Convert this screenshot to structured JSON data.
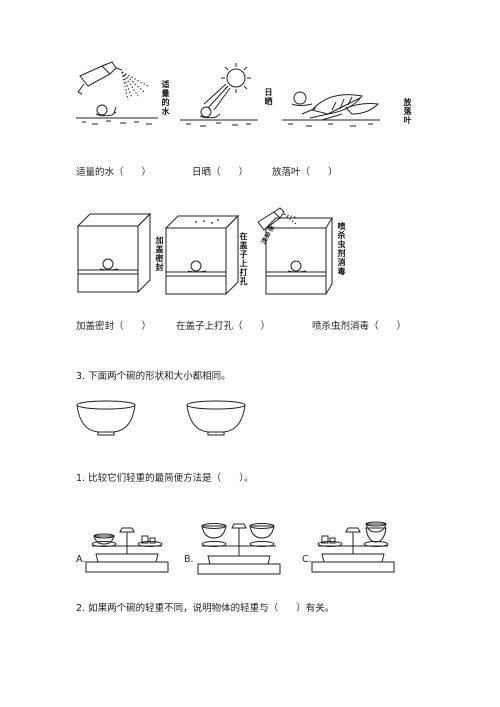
{
  "row1": {
    "side_labels": [
      "适量的水",
      "日晒",
      "放落叶"
    ],
    "captions": [
      "适量的水（      ）",
      "日晒（      ）",
      "放落叶（      ）"
    ]
  },
  "row2": {
    "side_labels": [
      "加盖密封",
      "在盖子上打孔",
      "喷杀虫剂消毒"
    ],
    "spray_can_label": "杀虫剂",
    "captions": [
      "加盖密封（      ）",
      "在盖子上打孔（      ）",
      "喷杀虫剂消毒（      ）"
    ]
  },
  "section3": {
    "heading": "3. 下面两个碗的形状和大小都相同。",
    "q1": "1. 比较它们轻重的最简便方法是（      ）。",
    "options": [
      "A.",
      "B.",
      "C."
    ],
    "q2": "2. 如果两个碗的轻重不同，说明物体的轻重与（      ）有关。"
  }
}
